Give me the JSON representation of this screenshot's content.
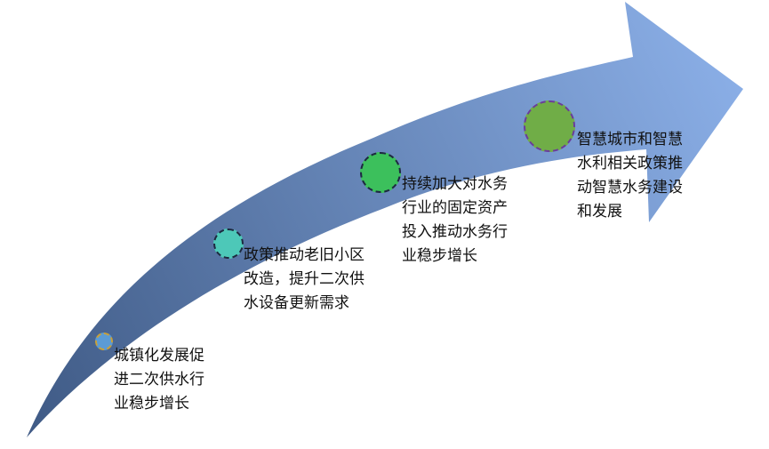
{
  "colors": {
    "arrow_start": "#3f5a85",
    "arrow_end": "#8aaee6"
  },
  "milestones": [
    {
      "text": "城镇化发展促\n进二次供水行\n业稳步增长",
      "fill": "#5b9bd5",
      "border": "#c9a13a"
    },
    {
      "text": "政策推动老旧小区\n改造，提升二次供\n水设备更新需求",
      "fill": "#4dc8b8",
      "border": "#1d2a40"
    },
    {
      "text": "持续加大对水务\n行业的固定资产\n投入推动水务行\n业稳步增长",
      "fill": "#3cc05c",
      "border": "#1d2a40"
    },
    {
      "text": "智慧城市和智慧\n水利相关政策推\n动智慧水务建设\n和发展",
      "fill": "#70ad47",
      "border": "#6a3d9a"
    }
  ]
}
